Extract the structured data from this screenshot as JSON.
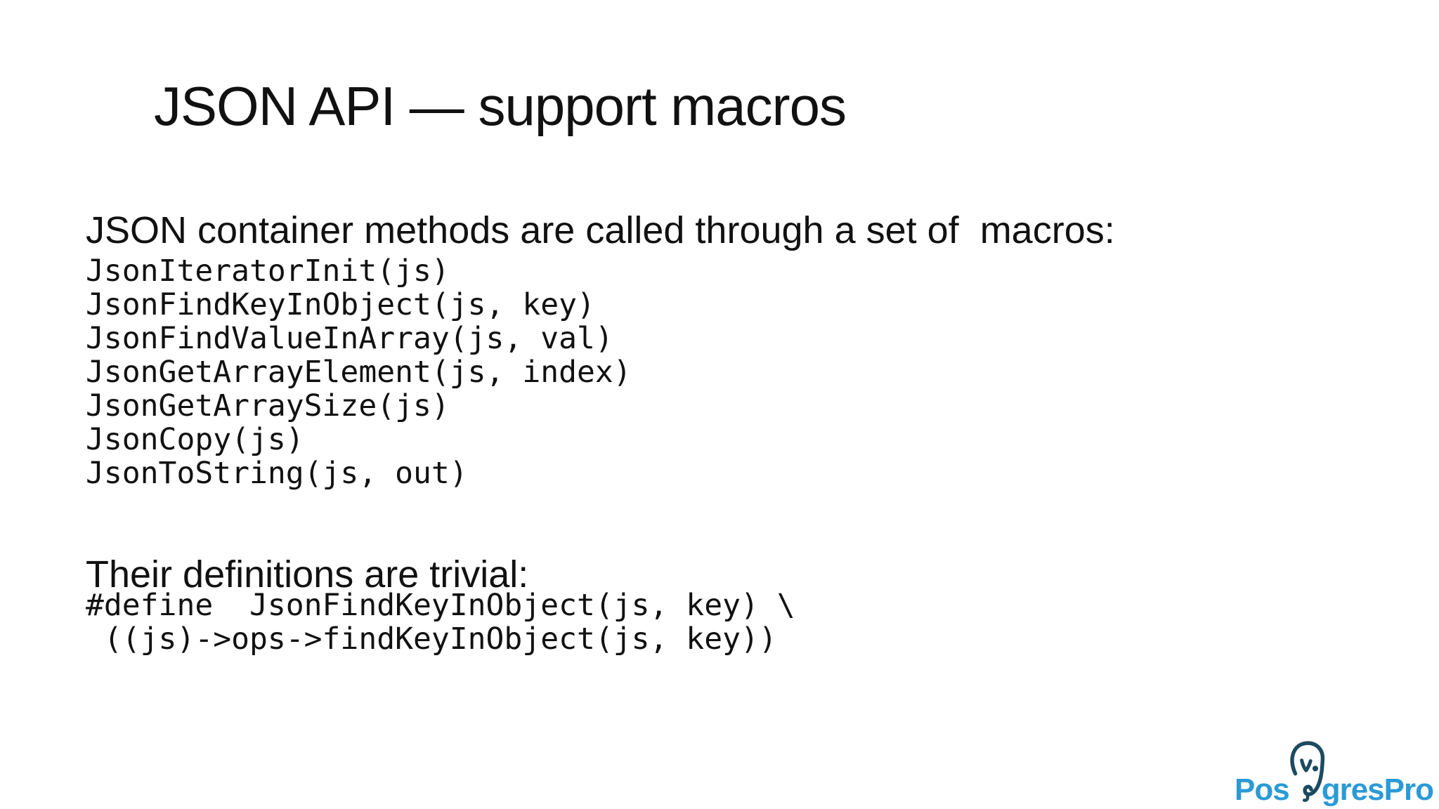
{
  "slide": {
    "title": "JSON API — support macros",
    "intro": "JSON container methods are called through a set of  macros:",
    "macros": [
      "JsonIteratorInit(js)",
      "JsonFindKeyInObject(js, key)",
      "JsonFindValueInArray(js, val)",
      "JsonGetArrayElement(js, index)",
      "JsonGetArraySize(js)",
      "JsonCopy(js)",
      "JsonToString(js, out)"
    ],
    "definitions_heading": "Their definitions are trivial:",
    "define_code": [
      "#define  JsonFindKeyInObject(js, key) \\",
      " ((js)->ops->findKeyInObject(js, key))"
    ]
  },
  "logo": {
    "text_before": "Pos",
    "text_after": "gresPro",
    "elephant_icon": "postgrespro-elephant",
    "accent_color": "#2B9AD5",
    "dark_color": "#1C4B61"
  }
}
